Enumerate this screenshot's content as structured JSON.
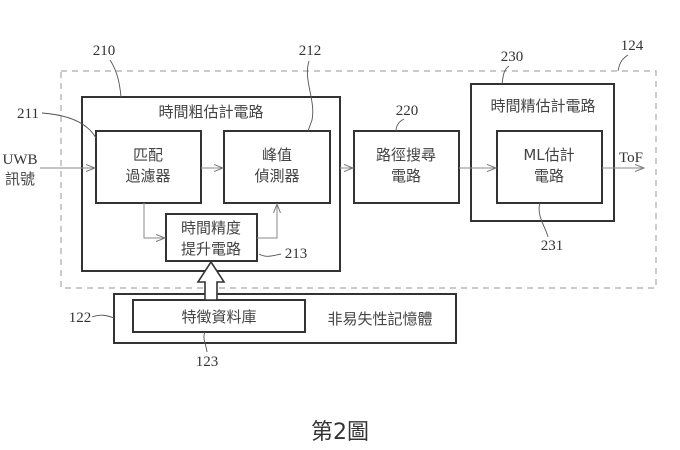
{
  "figure": {
    "caption": "第2圖",
    "input_label_line1": "UWB",
    "input_label_line2": "訊號",
    "output_label": "ToF",
    "outer_module": {
      "ref": "124"
    },
    "coarse_block": {
      "ref": "210",
      "title": "時間粗估計電路",
      "matched_filter": {
        "ref": "211",
        "line1": "匹配",
        "line2": "過濾器"
      },
      "peak_detector": {
        "ref": "212",
        "line1": "峰值",
        "line2": "偵測器"
      },
      "precision_boost": {
        "ref": "213",
        "line1": "時間精度",
        "line2": "提升電路"
      }
    },
    "path_search": {
      "ref": "220",
      "line1": "路徑搜尋",
      "line2": "電路"
    },
    "fine_block": {
      "ref": "230",
      "title": "時間精估計電路",
      "ml_estimator": {
        "ref": "231",
        "line1": "ML估計",
        "line2": "電路"
      }
    },
    "memory": {
      "ref": "122",
      "title": "非易失性記憶體",
      "database": {
        "ref": "123",
        "label": "特徵資料庫"
      }
    }
  }
}
